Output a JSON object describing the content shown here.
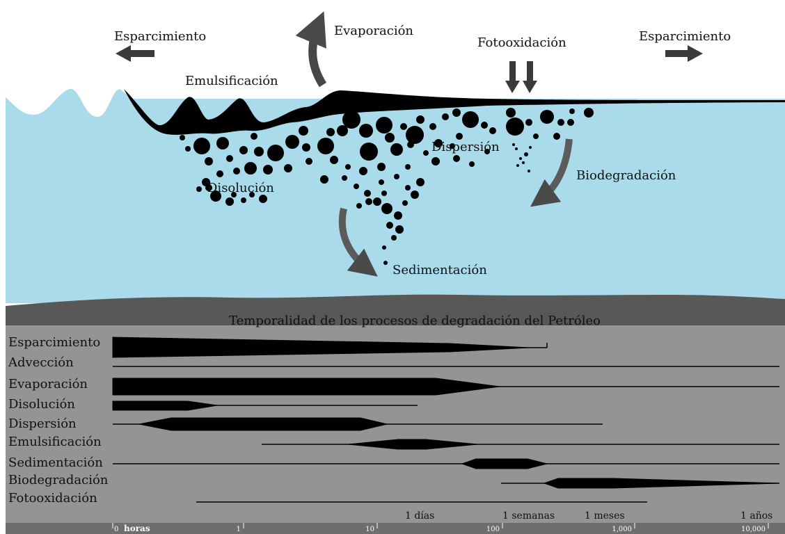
{
  "diagram": {
    "processes": {
      "spreading_left": "Esparcimiento",
      "spreading_right": "Esparcimiento",
      "evaporation": "Evaporación",
      "photooxidation": "Fotooxidación",
      "emulsification": "Emulsificación",
      "dispersion": "Dispersión",
      "dissolution": "Disolución",
      "biodegradation": "Biodegradación",
      "sedimentation": "Sedimentación"
    }
  },
  "timeline": {
    "title": "Temporalidad de los procesos de degradación del Petróleo",
    "rows": [
      "Esparcimiento",
      "Advección",
      "Evaporación",
      "Disolución",
      "Dispersión",
      "Emulsificación",
      "Sedimentación",
      "Biodegradación",
      "Fotooxidación"
    ],
    "unit_marks": [
      "1 días",
      "1 semanas",
      "1 meses",
      "1 años"
    ],
    "axis_unit": "horas",
    "axis_ticks": [
      "0",
      "1",
      "10",
      "100",
      "1,000",
      "10,000"
    ]
  }
}
